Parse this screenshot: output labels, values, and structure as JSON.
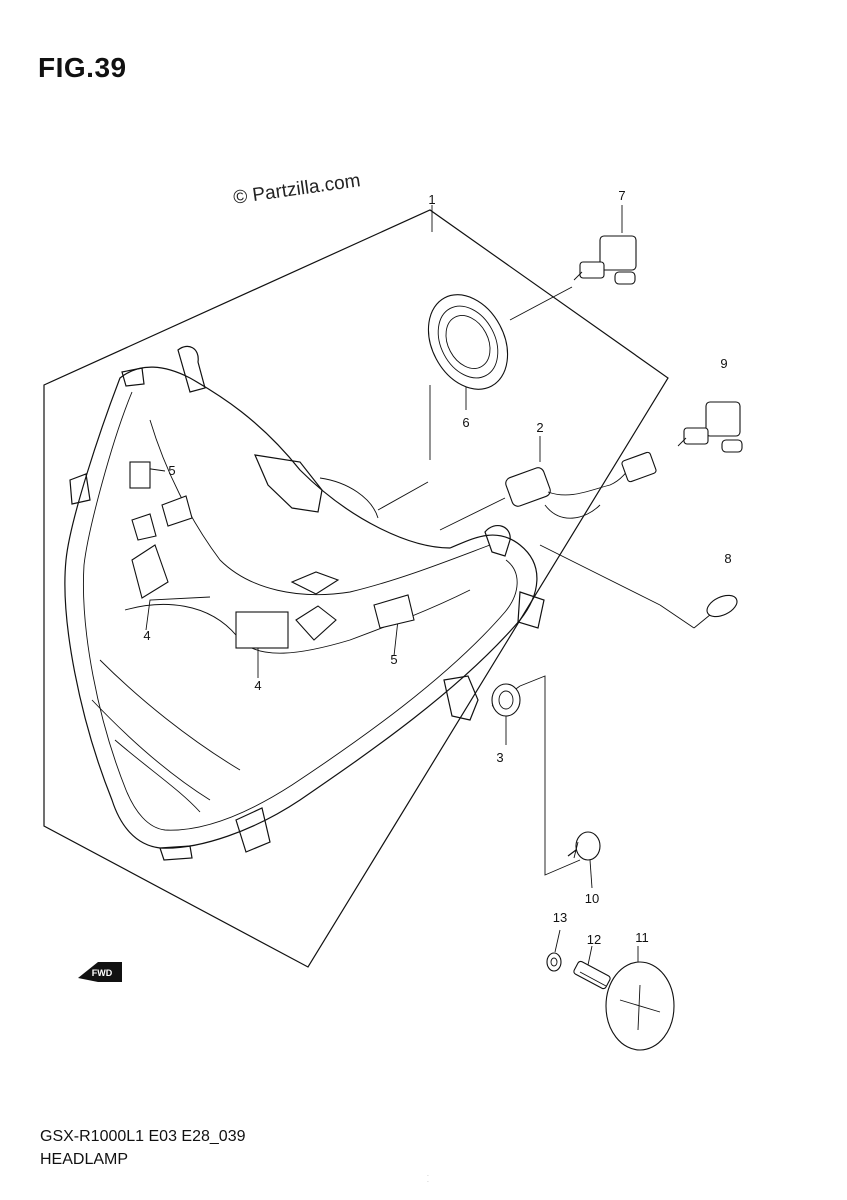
{
  "figure": {
    "title": "FIG.39",
    "watermark": "© Partzilla.com",
    "model_code": "GSX-R1000L1 E03 E28_039",
    "name": "HEADLAMP",
    "tiny_print": [
      "·",
      "·"
    ]
  },
  "callouts": {
    "c1": "1",
    "c2": "2",
    "c3": "3",
    "c4a": "4",
    "c4b": "4",
    "c5a": "5",
    "c5b": "5",
    "c6": "6",
    "c7": "7",
    "c8": "8",
    "c9": "9",
    "c10": "10",
    "c11": "11",
    "c12": "12",
    "c13": "13"
  },
  "direction_marker": "FWD"
}
